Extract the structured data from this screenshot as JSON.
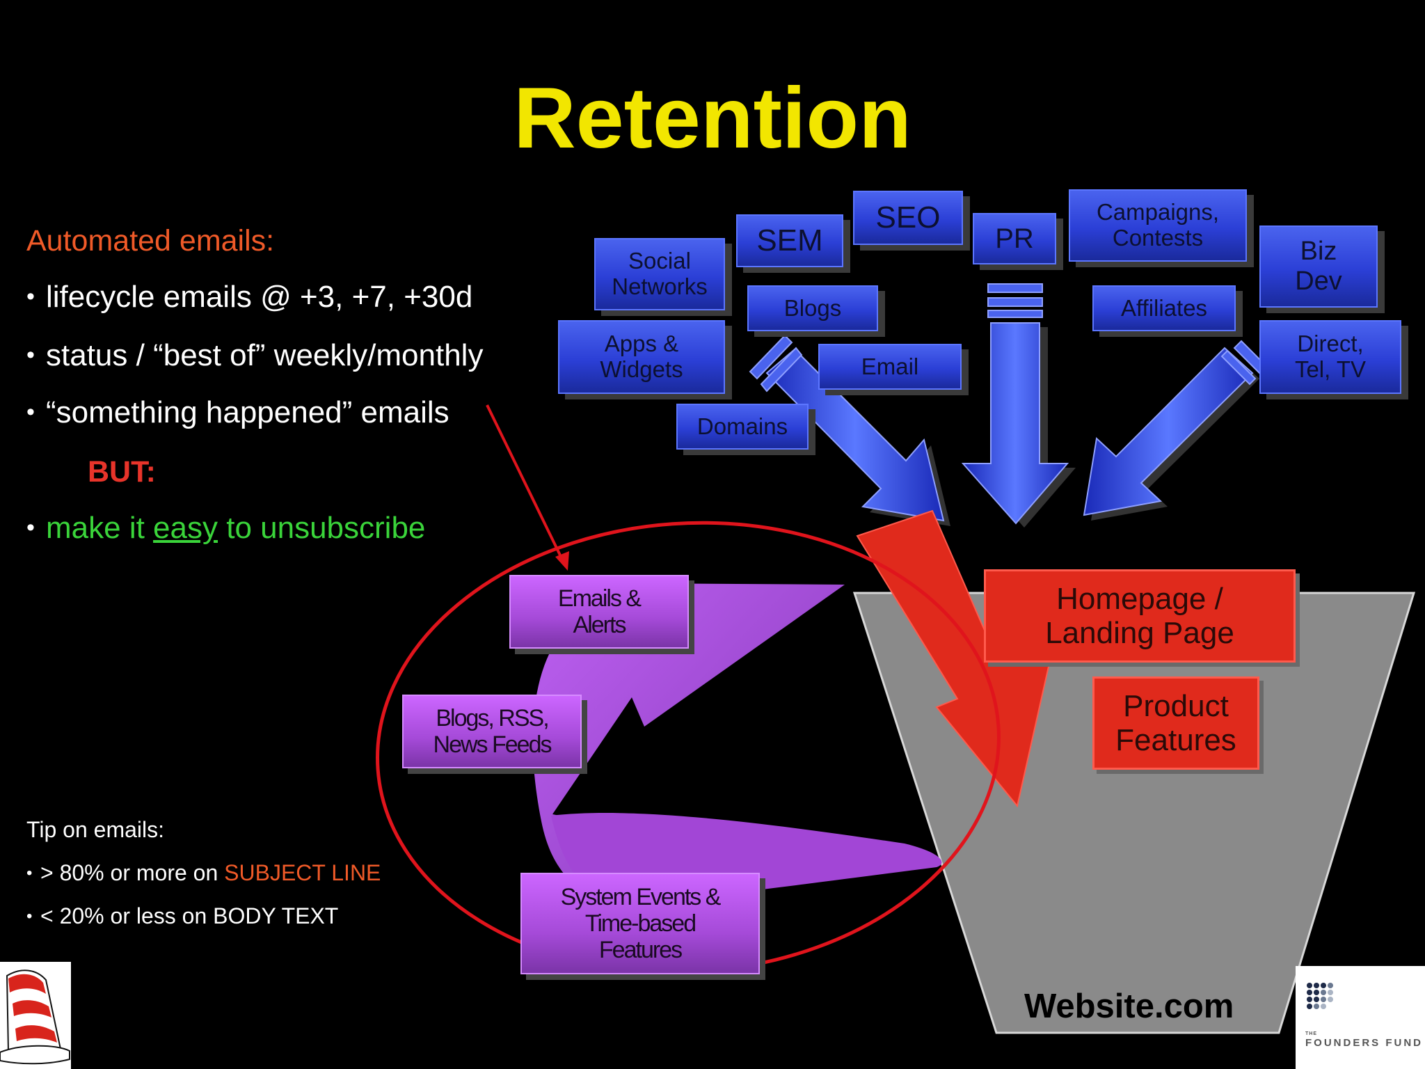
{
  "title": "Retention",
  "left_text": {
    "heading": "Automated emails:",
    "bullets": [
      "lifecycle emails @ +3, +7, +30d",
      "status / “best of” weekly/monthly",
      "“something happened” emails"
    ],
    "but": "BUT:",
    "unsubscribe": {
      "prefix": "make it ",
      "emphasis": "easy",
      "suffix": " to unsubscribe"
    }
  },
  "tip": {
    "heading": "Tip on emails:",
    "line1_prefix": "> 80% or more on ",
    "line1_emphasis": "SUBJECT LINE",
    "line2": "< 20% or less on BODY TEXT"
  },
  "channels": {
    "social": [
      "Social",
      "Networks"
    ],
    "sem": "SEM",
    "seo": "SEO",
    "pr": "PR",
    "campaigns": [
      "Campaigns,",
      "Contests"
    ],
    "bizdev": [
      "Biz",
      "Dev"
    ],
    "blogs": "Blogs",
    "affiliates": "Affiliates",
    "apps": [
      "Apps &",
      "Widgets"
    ],
    "email": "Email",
    "direct": [
      "Direct,",
      "Tel, TV"
    ],
    "domains": "Domains"
  },
  "funnel": {
    "homepage": [
      "Homepage /",
      "Landing Page"
    ],
    "product": [
      "Product",
      "Features"
    ],
    "site": "Website.com"
  },
  "retention_loop": {
    "emails": [
      "Emails &",
      "Alerts"
    ],
    "blogs": [
      "Blogs, RSS,",
      "News Feeds"
    ],
    "system": [
      "System Events &",
      "Time-based",
      "Features"
    ]
  },
  "logos": {
    "founders_small": "THE",
    "founders": "FOUNDERS FUND",
    "hat": "cat-in-the-hat-logo"
  },
  "colors": {
    "title": "#f2e600",
    "heading": "#f05a28",
    "emphasis_red": "#e8342a",
    "green": "#3ad43a",
    "channel_blue": "#2b3fd6",
    "funnel_gray": "#8a8a8a",
    "red_arrow": "#e02a1c",
    "purple": "#b855e8",
    "ellipse": "#e0141c"
  }
}
